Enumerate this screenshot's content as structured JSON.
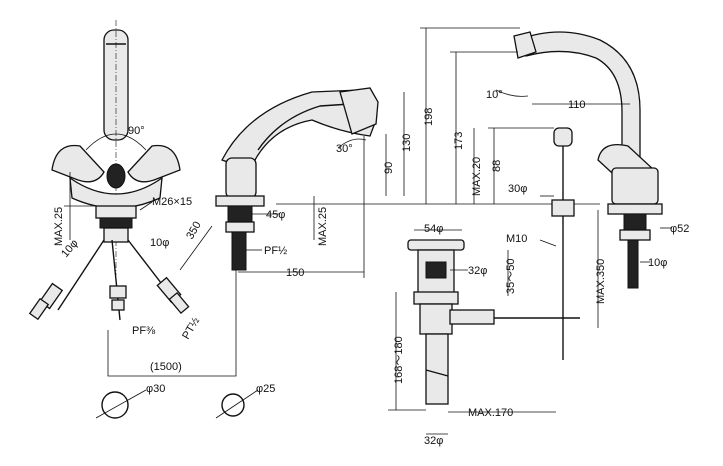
{
  "labels": {
    "handle_angle": "90°",
    "nut_thread": "M26×15",
    "mount_max_left": "MAX.25",
    "left_hose_dia": "10φ",
    "right_hose_dia": "10φ",
    "hose_len_350": "350",
    "pf_left": "PF⅜",
    "pt_right": "PT½",
    "hose_total": "(1500)",
    "hole_left": "φ30",
    "hole_right": "φ25",
    "shank_dia_45": "45φ",
    "mount_max_mid": "MAX.25",
    "pf_half": "PF½",
    "reach_150": "150",
    "spout_angle_30": "30°",
    "h_90": "90",
    "h_130": "130",
    "h_198": "198",
    "h_173": "173",
    "max_20": "MAX.20",
    "h_88": "88",
    "spout_angle_10": "10°",
    "reach_110": "110",
    "rod_30": "30φ",
    "dia_52": "φ52",
    "max_350": "MAX.350",
    "right_hose_10": "10φ",
    "drain_54": "54φ",
    "m10": "M10",
    "drain_32": "32φ",
    "range_35_50": "35～50",
    "range_168_180": "168～180",
    "max_170": "MAX.170",
    "tail_32": "32φ"
  }
}
